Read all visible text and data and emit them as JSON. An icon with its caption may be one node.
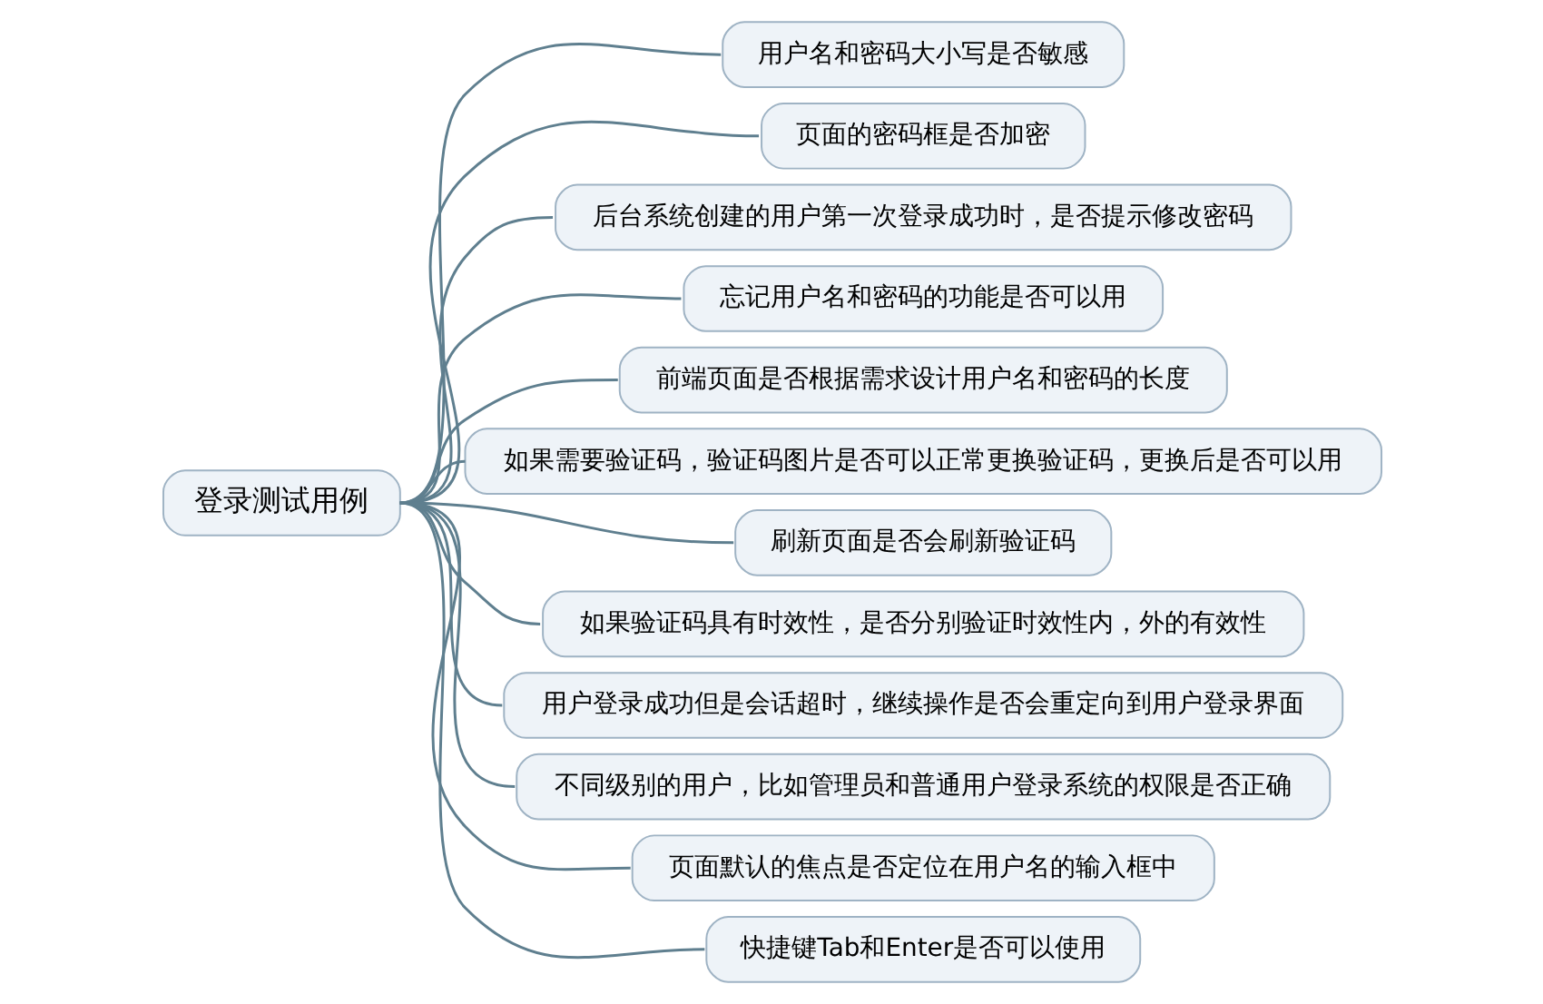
{
  "diagram": {
    "nodes": [
      {
        "text": [
          "登录测试用例"
        ]
      },
      {
        "text": [
          "用户名和密码大小写是否敏感"
        ]
      },
      {
        "text": [
          "页面的密码框是否加密"
        ]
      },
      {
        "text": [
          "后台系统创建的用户第一次登录成功时，是否提示修改密码"
        ]
      },
      {
        "text": [
          "忘记用户名和密码的功能是否可以用"
        ]
      },
      {
        "text": [
          "前端页面是否根据需求设计用户名和密码的长度"
        ]
      },
      {
        "text": [
          "如果需要验证码，验证码图片是否可以正常更换验证码，更换后是否可以用"
        ]
      },
      {
        "text": [
          "刷新页面是否会刷新验证码"
        ]
      },
      {
        "text": [
          "如果验证码具有时效性，是否分别验证时效性内，外的有效性"
        ]
      },
      {
        "text": [
          "用户登录成功但是会话超时，继续操作是否会重定向到用户登录界面"
        ]
      },
      {
        "text": [
          "不同级别的用户，比如管理员和普通用户登录系统的权限是否正确"
        ]
      },
      {
        "text": [
          "页面默认的焦点是否定位在用户名的输入框中"
        ]
      },
      {
        "text": [
          "快捷键Tab和Enter是否可以使用"
        ]
      }
    ],
    "edges": [
      {
        "from": 0,
        "to": 1,
        "arrow": "none"
      },
      {
        "from": 0,
        "to": 2,
        "arrow": "none"
      },
      {
        "from": 0,
        "to": 3,
        "arrow": "none"
      },
      {
        "from": 0,
        "to": 4,
        "arrow": "none"
      },
      {
        "from": 0,
        "to": 5,
        "arrow": "none"
      },
      {
        "from": 0,
        "to": 6,
        "arrow": "none"
      },
      {
        "from": 0,
        "to": 7,
        "arrow": "none"
      },
      {
        "from": 0,
        "to": 8,
        "arrow": "none"
      },
      {
        "from": 0,
        "to": 9,
        "arrow": "none"
      },
      {
        "from": 0,
        "to": 10,
        "arrow": "none"
      },
      {
        "from": 0,
        "to": 11,
        "arrow": "none"
      },
      {
        "from": 0,
        "to": 12,
        "arrow": "none"
      }
    ]
  }
}
